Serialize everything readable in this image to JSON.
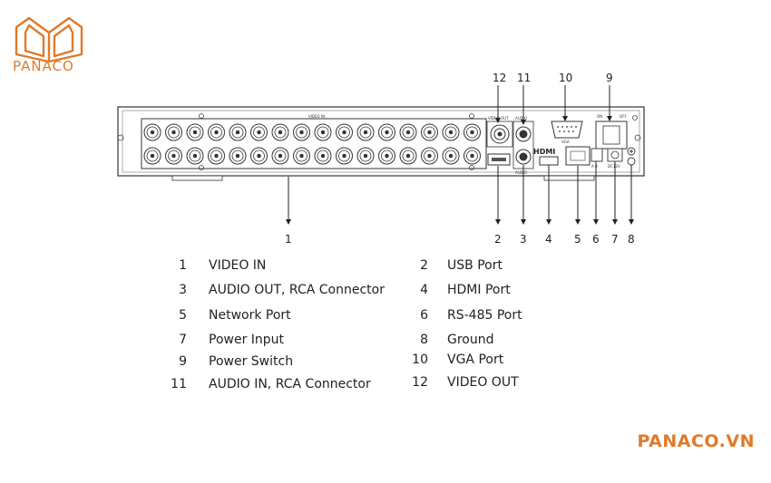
{
  "logo": {
    "text": "PANACO",
    "icon": "book-icon",
    "color": "#e07a2a"
  },
  "brand": {
    "text": "PANACO.VN",
    "color": "#e07a2a"
  },
  "panel": {
    "video_in_label": "VIDEO IN",
    "video_out_label": "VIDEO OUT",
    "audio_label_top": "AUDIO",
    "audio_label_bottom": "AUDIO",
    "vga_label": "VGA",
    "on_label": "ON",
    "off_label": "OFF",
    "hdmi_label": "HDMI",
    "ab_label": "A B",
    "dc_label": "DC12V"
  },
  "callouts": [
    "12",
    "11",
    "10",
    "9",
    "1",
    "2",
    "3",
    "4",
    "5",
    "6",
    "7",
    "8"
  ],
  "legend": [
    {
      "num": "1",
      "label": "VIDEO IN"
    },
    {
      "num": "2",
      "label": "USB Port"
    },
    {
      "num": "3",
      "label": "AUDIO OUT, RCA Connector"
    },
    {
      "num": "4",
      "label": "HDMI Port"
    },
    {
      "num": "5",
      "label": "Network Port"
    },
    {
      "num": "6",
      "label": "RS-485 Port"
    },
    {
      "num": "7",
      "label": "Power Input"
    },
    {
      "num": "8",
      "label": "Ground"
    },
    {
      "num": "9",
      "label": "Power Switch"
    },
    {
      "num": "10",
      "label": "VGA Port"
    },
    {
      "num": "11",
      "label": "AUDIO IN, RCA Connector"
    },
    {
      "num": "12",
      "label": "VIDEO OUT"
    }
  ]
}
